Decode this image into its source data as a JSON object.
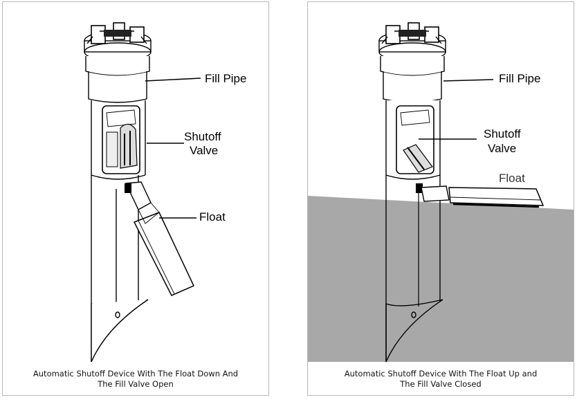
{
  "panels": [
    {
      "labels": {
        "fill_pipe": "Fill Pipe",
        "shutoff_line1": "Shutoff",
        "shutoff_line2": "Valve",
        "float": "Float"
      },
      "caption_line1": "Automatic Shutoff Device With The Float Down And",
      "caption_line2": "The Fill Valve Open"
    },
    {
      "labels": {
        "fill_pipe": "Fill Pipe",
        "shutoff_line1": "Shutoff",
        "shutoff_line2": "Valve",
        "float": "Float"
      },
      "caption_line1": "Automatic Shutoff Device With The Float Up and",
      "caption_line2": "The Fill Valve Closed"
    }
  ],
  "colors": {
    "liquid": "#a8a8a8",
    "border": "#b8b8b8"
  }
}
